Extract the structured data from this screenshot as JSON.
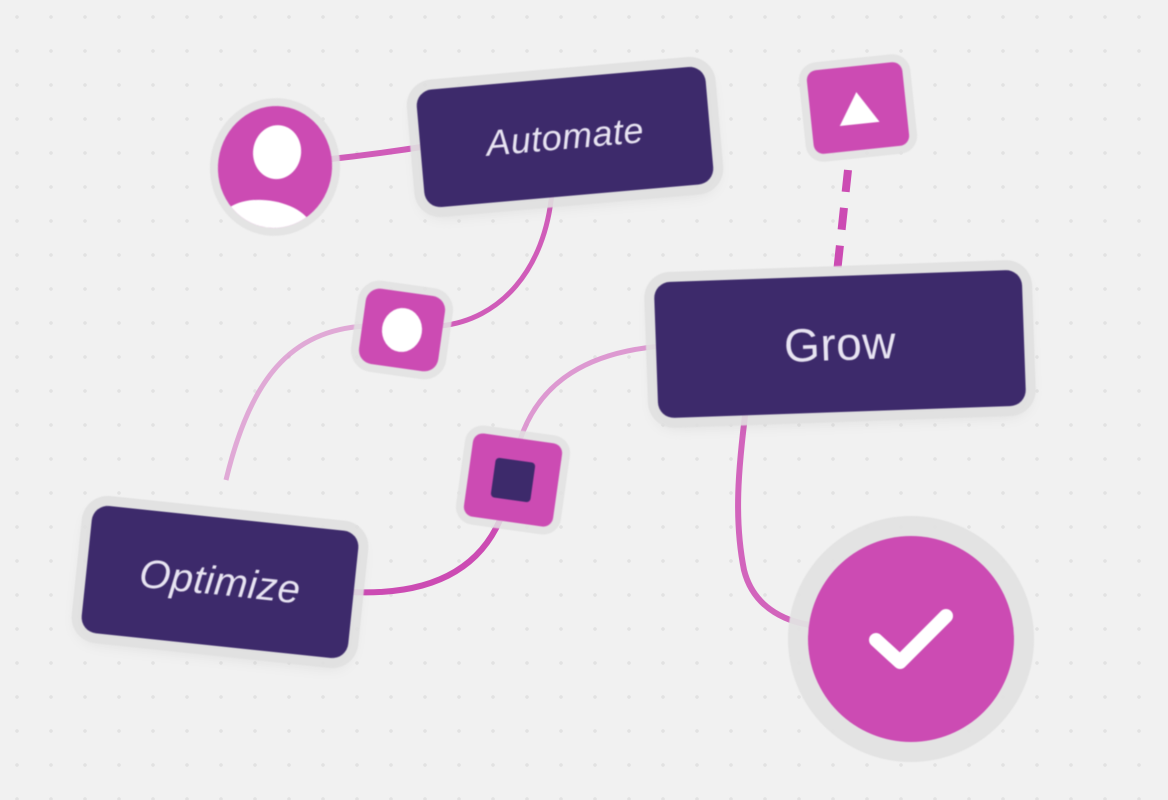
{
  "nodes": {
    "automate": {
      "label": "Automate"
    },
    "grow": {
      "label": "Grow"
    },
    "optimize": {
      "label": "Optimize"
    }
  },
  "icons": {
    "user": "user-avatar-icon",
    "triangle": "triangle-up-icon",
    "circle": "circle-icon",
    "square": "square-icon",
    "check": "checkmark-icon"
  },
  "colors": {
    "background": "#f1f1f1",
    "node": "#3d2a6b",
    "accent": "#cc4bb3",
    "node_text": "#e8e4f2"
  }
}
